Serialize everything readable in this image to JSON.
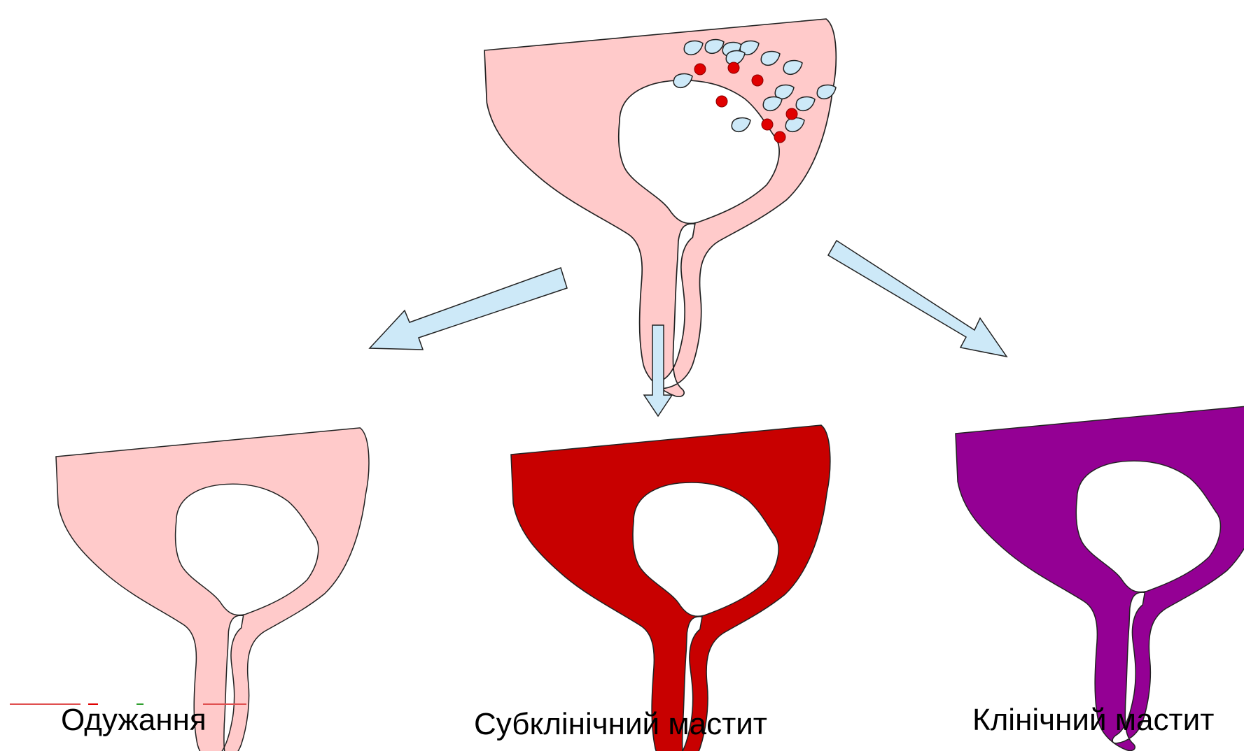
{
  "captions": {
    "recovery": "Одужання",
    "subclinical": "Субклінічний мастит",
    "clinical": "Клінічний мастит"
  },
  "colors": {
    "healthy": "#ffcaca",
    "subclinical": "#c80000",
    "clinical": "#940094",
    "arrow": "#cde9f8",
    "bacteria": "#cde9f8",
    "cells": "#e00000"
  },
  "diagram": {
    "icons": [
      "udder-quarter-infected",
      "udder-quarter-recovery",
      "udder-quarter-subclinical",
      "udder-quarter-clinical",
      "bacteria-icon",
      "somatic-cell-icon",
      "arrow-icon"
    ]
  }
}
